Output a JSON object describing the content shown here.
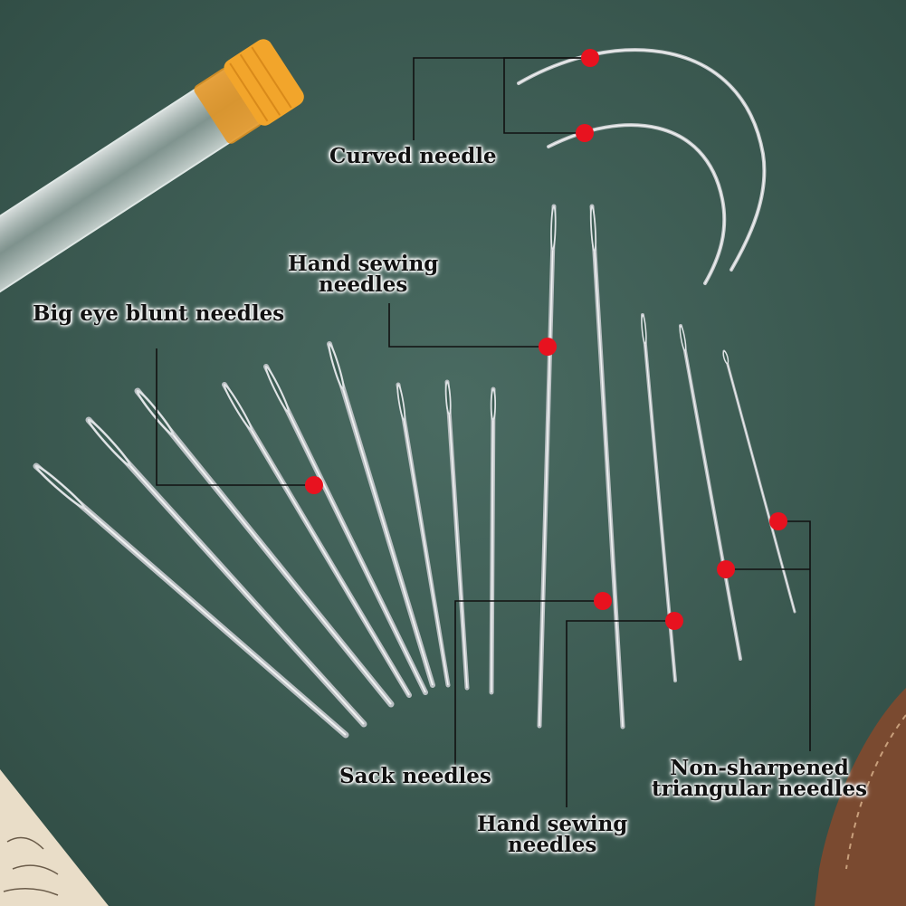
{
  "labels": {
    "curved": "Curved needle",
    "hand_sewing_top": [
      "Hand sewing",
      "needles"
    ],
    "big_eye": "Big eye blunt needles",
    "sack": "Sack needles",
    "hand_sewing_bottom": [
      "Hand sewing",
      "needles"
    ],
    "non_sharpened": [
      "Non-sharpened",
      "triangular needles"
    ]
  },
  "colors": {
    "background": "#3d5d54",
    "marker": "#e8121f",
    "tube_cap": "#f2a52b",
    "leather": "#7a4a30"
  }
}
